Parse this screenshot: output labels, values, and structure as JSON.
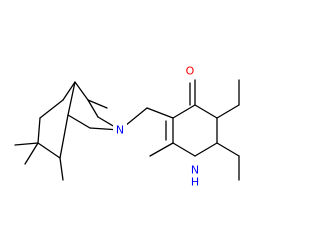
{
  "colors": {
    "bond": "#000000",
    "oxygen": "#ff0000",
    "nitrogen": "#0000ff"
  },
  "atoms": {
    "oxygen": "O",
    "tertiary_nitrogen": "N",
    "ring_nh_n": "N",
    "ring_nh_h": "H"
  }
}
